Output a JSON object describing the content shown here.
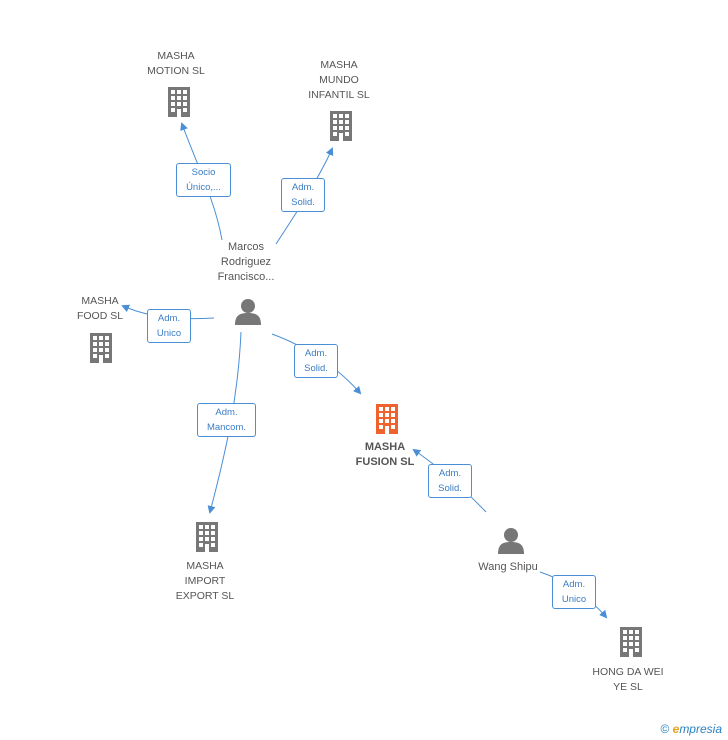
{
  "companies": {
    "masha_motion": "MASHA\nMOTION  SL",
    "masha_mundo": "MASHA\nMUNDO\nINFANTIL SL",
    "masha_food": "MASHA\nFOOD SL",
    "masha_fusion": "MASHA\nFUSION SL",
    "masha_import": "MASHA\nIMPORT\nEXPORT SL",
    "hong_da": "HONG DA WEI\nYE  SL"
  },
  "persons": {
    "marcos": "Marcos\nRodriguez\nFrancisco...",
    "wang": "Wang Shipu"
  },
  "edges": {
    "socio_unico": "Socio\nÚnico,...",
    "adm_solid_mundo": "Adm.\nSolid.",
    "adm_unico_food": "Adm.\nUnico",
    "adm_solid_fusion": "Adm.\nSolid.",
    "adm_mancom": "Adm.\nMancom.",
    "adm_solid_wang": "Adm.\nSolid.",
    "adm_unico_hong": "Adm.\nUnico"
  },
  "footer": {
    "copyright": "©",
    "brand_e": "e",
    "brand_rest": "mpresia"
  },
  "colors": {
    "company_icon": "#777777",
    "main_company_icon": "#f0622d",
    "person_icon": "#777777",
    "edge_line": "#4a8fd6"
  }
}
